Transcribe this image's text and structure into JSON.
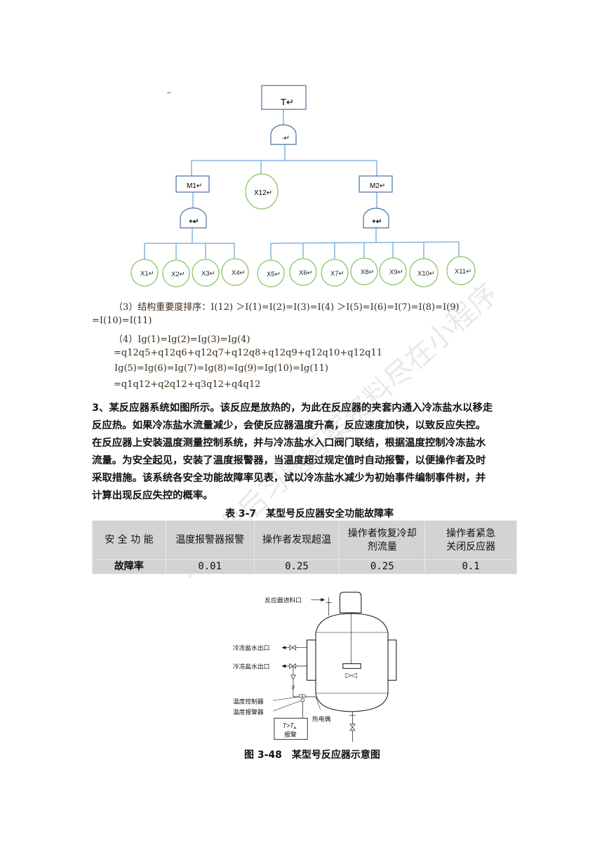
{
  "fault_tree": {
    "top": "T↵",
    "and_gate": "·↵",
    "m1": "M1↵",
    "m2": "M2↵",
    "or_gate": "+↵",
    "x12": "X12↵",
    "left_events": [
      "X1↵",
      "X2↵",
      "X3↵",
      "X4↵"
    ],
    "right_events": [
      "X5↵",
      "X6↵",
      "X7↵",
      "X8↵",
      "X9↵",
      "X10↵",
      "X11↵"
    ],
    "stray_mark": "↵",
    "box_color": "#4a6f9c",
    "line_color": "#6ea6dc",
    "circle_color": "#8cc265"
  },
  "answers": {
    "line1": "（3）结构重要度排序：I(12) ＞I(1)=I(2)=I(3)=I(4) ＞I(5)=I(6)=I(7)=I(8)=I(9)",
    "line2": "=I(10)=I(11)",
    "line3": "（4）Ig(1)=Ig(2)=Ig(3)=Ig(4)",
    "line4": "=q12q5+q12q6+q12q7+q12q8+q12q9+q12q10+q12q11",
    "line5": "Ig(5)=Ig(6)=Ig(7)=Ig(8)=Ig(9)=Ig(10)=Ig(11)",
    "line6": "=q1q12+q2q12+q3q12+q4q12"
  },
  "problem": {
    "lines": [
      "3、某反应器系统如图所示。该反应是放热的，为此在反应器的夹套内通入冷冻盐水以移走",
      "反应热。如果冷冻盐水流量减少，会使反应器温度升高，反应速度加快，以致反应失控。",
      "在反应器上安装温度测量控制系统，并与冷冻盐水入口阀门联结，根据温度控制冷冻盐水",
      "流量。为安全起见，安装了温度报警器，当温度超过规定值时自动报警，以便操作者及时",
      "采取措施。该系统各安全功能故障率见表，试以冷冻盐水减少为初始事件编制事件树，并",
      "计算出现反应失控的概率。"
    ]
  },
  "table": {
    "caption": "表 3-7　某型号反应器安全功能故障率",
    "header": [
      "安 全 功 能",
      "温度报警器报警",
      "操作者发现超温",
      "操作者恢复冷却剂流量",
      "操作者紧急关闭反应器"
    ],
    "header_lines": {
      "col4": [
        "操作者恢复冷却",
        "剂流量"
      ],
      "col5": [
        "操作者紧急",
        "关闭反应器"
      ]
    },
    "row": [
      "故障率",
      "0.01",
      "0.25",
      "0.25",
      "0.1"
    ],
    "background": "#d3d3d3"
  },
  "figure": {
    "feed_inlet": "反应器进料口",
    "brine_outlet_1": "冷冻盐水出口",
    "brine_outlet_2": "冷冻盐水出口",
    "temp_controller": "温度控制器",
    "temp_alarm": "温度报警器",
    "thermocouple": "热电偶",
    "alarm_condition": "T>T",
    "alarm_subscript": "A",
    "alarm_label": "报警",
    "caption": "图 3-48　某型号反应器示意图"
  },
  "watermark": "更多课后习题答案资料尽在小程序"
}
